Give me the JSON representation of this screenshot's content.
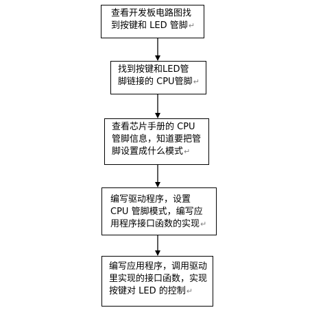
{
  "flowchart": {
    "steps": [
      {
        "lines": [
          "查看开发板电路图找",
          "到按键和 LED 管脚"
        ]
      },
      {
        "lines": [
          "找到按键和LED管",
          "脚链接的 CPU管脚"
        ]
      },
      {
        "lines": [
          "查看芯片手册的 CPU",
          "管脚信息，知道要把管",
          "脚设置成什么模式"
        ]
      },
      {
        "lines": [
          "编写驱动程序，设置",
          "CPU 管脚模式，编写应",
          "用程序接口函数的实现"
        ]
      },
      {
        "lines": [
          "编写应用程序，调用驱动",
          "里实现的接口函数，实现",
          "按键对 LED 的控制"
        ]
      }
    ],
    "paragraph_mark": "↵"
  }
}
